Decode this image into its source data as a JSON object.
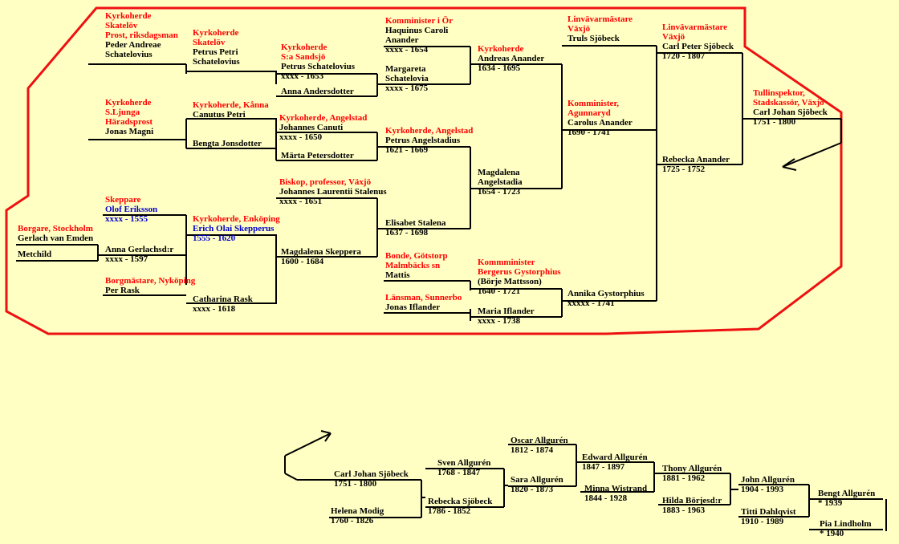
{
  "colors": {
    "background": "#ffffc4",
    "title": "#ff0000",
    "line": "#000000",
    "blue": "#0000cc",
    "border": "#ee1111"
  },
  "top_tree": {
    "persons": [
      {
        "id": "peder_andreae",
        "title": "Kyrkoherde\nSkatelöv\nProst, riksdagsman",
        "name": "Peder Andreae\nSchatelovius",
        "dates": ""
      },
      {
        "id": "petrus_petri",
        "title": "Kyrkoherde\nSkatelöv",
        "name": "Petrus Petri\nSchatelovius",
        "dates": ""
      },
      {
        "id": "petrus_schatelovius",
        "title": "Kyrkoherde\nS:a Sandsjö",
        "name": "Petrus Schatelovius",
        "dates": "xxxx - 1653"
      },
      {
        "id": "anna_andersdotter",
        "title": "",
        "name": "Anna Andersdotter",
        "dates": ""
      },
      {
        "id": "haquinus",
        "title": "Komminister i Ör",
        "name": "Haquinus Caroli\nAnander",
        "dates": "xxxx - 1654"
      },
      {
        "id": "margareta",
        "title": "",
        "name": "Margareta\nSchatelovia",
        "dates": "xxxx - 1675"
      },
      {
        "id": "andreas_anander",
        "title": "Kyrkoherde",
        "name": "Andreas Anander",
        "dates": "1634 - 1695"
      },
      {
        "id": "truls",
        "title": "Linvävarmästare\nVäxjö",
        "name": "Truls Sjöbeck",
        "dates": ""
      },
      {
        "id": "carl_peter",
        "title": "Linvävarmästare\nVäxjö",
        "name": "Carl Peter Sjöbeck",
        "dates": "1720 - 1807"
      },
      {
        "id": "carl_johan_top",
        "title": "Tullinspektor,\nStadskassör, Växjö",
        "name": "Carl Johan Sjöbeck",
        "dates": "1751 - 1800"
      },
      {
        "id": "jonas_magni",
        "title": "Kyrkoherde\nS.Ljunga\nHäradsprost",
        "name": "Jonas Magni",
        "dates": ""
      },
      {
        "id": "canutus",
        "title": "Kyrkoherde, Kånna",
        "name": "Canutus Petri",
        "dates": ""
      },
      {
        "id": "bengta",
        "title": "",
        "name": "Bengta Jonsdotter",
        "dates": ""
      },
      {
        "id": "johannes_canuti",
        "title": "Kyrkoherde, Angelstad",
        "name": "Johannes Canuti",
        "dates": "xxxx - 1650"
      },
      {
        "id": "marta",
        "title": "",
        "name": "Märta Petersdotter",
        "dates": ""
      },
      {
        "id": "petrus_angelstadius",
        "title": "Kyrkoherde, Angelstad",
        "name": "Petrus Angelstadius",
        "dates": "1621 - 1669"
      },
      {
        "id": "magdalena_angelstadia",
        "title": "",
        "name": "Magdalena\nAngelstadia",
        "dates": "1654 - 1723"
      },
      {
        "id": "carolus",
        "title": "Komminister,\nAgunnaryd",
        "name": "Carolus Anander",
        "dates": "1690 - 1741"
      },
      {
        "id": "rebecka_anander",
        "title": "",
        "name": "Rebecka Anander",
        "dates": "1725 - 1752"
      },
      {
        "id": "olof",
        "title": "Skeppare",
        "name": "Olof Eriksson",
        "dates": "xxxx - 1555",
        "blue": true
      },
      {
        "id": "erich",
        "title": "Kyrkoherde, Enköping",
        "name": "Erich Olai Skepperus",
        "dates": "1555 - 1620",
        "blue": true
      },
      {
        "id": "gerlach",
        "title": "Borgare, Stockholm",
        "name": "Gerlach van Emden",
        "dates": ""
      },
      {
        "id": "metchild",
        "title": "",
        "name": "Metchild",
        "dates": ""
      },
      {
        "id": "anna_gerlachsd",
        "title": "",
        "name": "Anna Gerlachsd:r",
        "dates": "xxxx - 1597"
      },
      {
        "id": "per_rask",
        "title": "Borgmästare, Nyköping",
        "name": "Per Rask",
        "dates": ""
      },
      {
        "id": "catharina",
        "title": "",
        "name": "Catharina Rask",
        "dates": "xxxx - 1618"
      },
      {
        "id": "johannes_laurentii",
        "title": "Biskop, professor, Växjö",
        "name": "Johannes Laurentii Stalenus",
        "dates": "xxxx - 1651"
      },
      {
        "id": "magdalena_skeppera",
        "title": "",
        "name": "Magdalena Skeppera",
        "dates": "1600 - 1684"
      },
      {
        "id": "elisabet",
        "title": "",
        "name": "Elisabet Stalena",
        "dates": "1637 - 1698"
      },
      {
        "id": "mattis",
        "title": "Bonde, Götstorp\nMalmbäcks sn",
        "name": "Mattis",
        "dates": ""
      },
      {
        "id": "jonas_iflander",
        "title": "Länsman, Sunnerbo",
        "name": "Jonas Iflander",
        "dates": ""
      },
      {
        "id": "bergerus",
        "title": "Kommminister\nBergerus Gystorphius",
        "name": "(Börje Mattsson)",
        "dates": "1640 - 1721"
      },
      {
        "id": "maria_iflander",
        "title": "",
        "name": "Maria Iflander",
        "dates": " xxxx - 1738"
      },
      {
        "id": "annika",
        "title": "",
        "name": "Annika Gystorphius",
        "dates": "xxxxx - 1741"
      }
    ]
  },
  "bottom_tree": {
    "persons": [
      {
        "id": "carl_johan_bottom",
        "name": "Carl Johan Sjöbeck",
        "dates": "1751 - 1800"
      },
      {
        "id": "helena",
        "name": "Helena Modig",
        "dates": "1760 - 1826"
      },
      {
        "id": "sven",
        "name": "Sven Allgurén",
        "dates": "1768 - 1847"
      },
      {
        "id": "rebecka_sjobeck",
        "name": "Rebecka Sjöbeck",
        "dates": "1786 - 1852"
      },
      {
        "id": "oscar",
        "name": "Oscar Allgurén",
        "dates": "1812 - 1874"
      },
      {
        "id": "sara",
        "name": "Sara Allgurén",
        "dates": "1820 - 1873"
      },
      {
        "id": "edward",
        "name": "Edward Allgurén",
        "dates": "1847 - 1897"
      },
      {
        "id": "minna",
        "name": "Minna Wistrand",
        "dates": "1844 - 1928"
      },
      {
        "id": "thony",
        "name": "Thony Allgurén",
        "dates": "1881 - 1962"
      },
      {
        "id": "hilda",
        "name": "Hilda Börjesd:r",
        "dates": "1883 - 1963"
      },
      {
        "id": "john",
        "name": "John Allgurén",
        "dates": "1904 - 1993"
      },
      {
        "id": "titti",
        "name": "Titti Dahlqvist",
        "dates": "1910 - 1989"
      },
      {
        "id": "bengt",
        "name": "Bengt Allgurén",
        "dates": "* 1939"
      },
      {
        "id": "pia",
        "name": "Pia Lindholm",
        "dates": "* 1940"
      }
    ]
  }
}
